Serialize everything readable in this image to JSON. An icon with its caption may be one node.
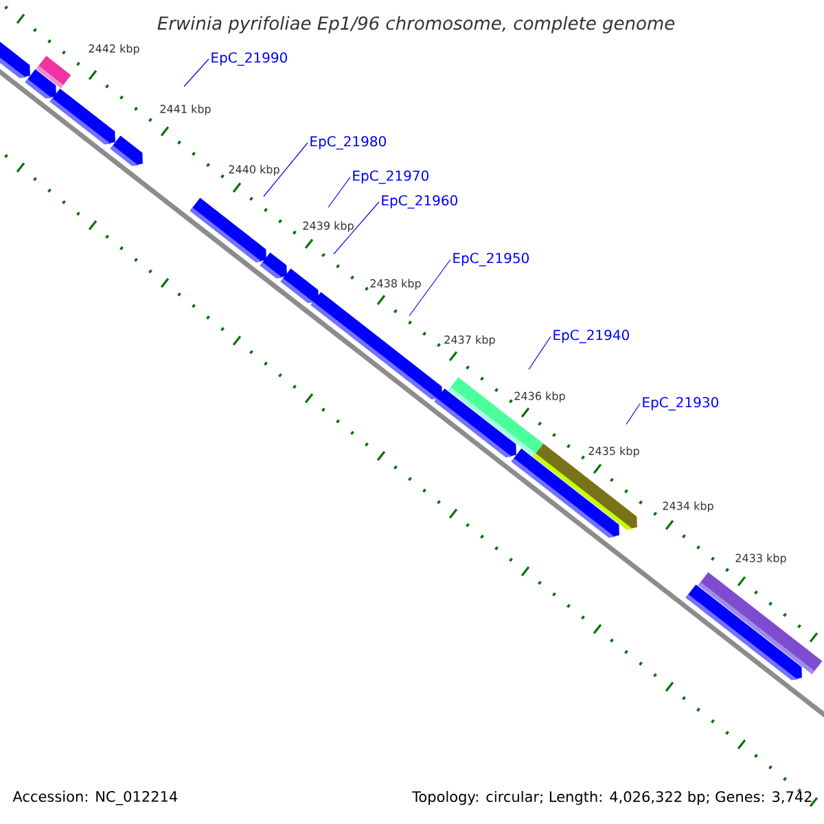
{
  "diagram": {
    "title": "Erwinia pyrifoliae Ep1/96 chromosome, complete genome",
    "nodes": [
      {
        "text": [
          "EpC_21990"
        ]
      },
      {
        "text": [
          "EpC_21980"
        ]
      },
      {
        "text": [
          "EpC_21970"
        ]
      },
      {
        "text": [
          "EpC_21960"
        ]
      },
      {
        "text": [
          "EpC_21950"
        ]
      },
      {
        "text": [
          "EpC_21940"
        ]
      },
      {
        "text": [
          "EpC_21930"
        ]
      }
    ],
    "edges": [
      {
        "from": 0,
        "to": null,
        "arrow": "none"
      },
      {
        "from": 1,
        "to": null,
        "arrow": "none"
      },
      {
        "from": 2,
        "to": null,
        "arrow": "none"
      },
      {
        "from": 3,
        "to": null,
        "arrow": "none"
      },
      {
        "from": 4,
        "to": null,
        "arrow": "none"
      },
      {
        "from": 5,
        "to": null,
        "arrow": "none"
      },
      {
        "from": 6,
        "to": null,
        "arrow": "none"
      }
    ],
    "labels": [
      "2442 kbp",
      "2441 kbp",
      "2440 kbp",
      "2439 kbp",
      "2438 kbp",
      "2437 kbp",
      "2436 kbp",
      "2435 kbp",
      "2434 kbp",
      "2433 kbp",
      "Accession: NC_012214",
      "Topology: circular; Length: 4,026,322 bp; Genes: 3,742"
    ]
  }
}
